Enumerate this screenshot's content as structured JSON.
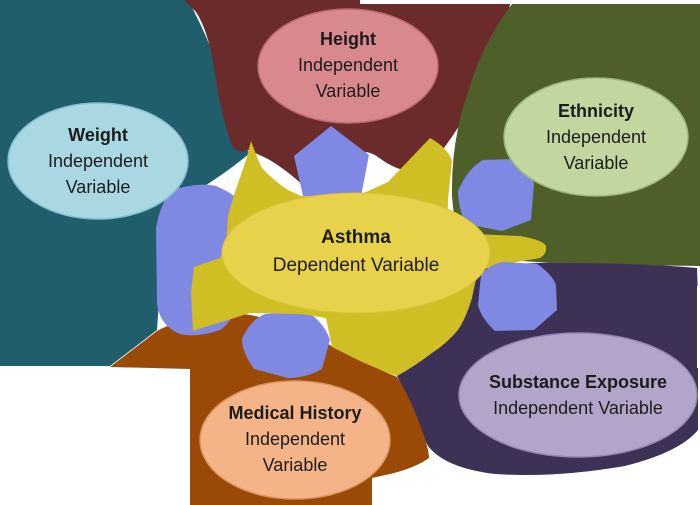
{
  "diagram": {
    "bubbles": {
      "center": {
        "title": "Asthma",
        "line1": "Dependent Variable"
      },
      "weight": {
        "title": "Weight",
        "line1": "Independent",
        "line2": "Variable"
      },
      "height": {
        "title": "Height",
        "line1": "Independent",
        "line2": "Variable"
      },
      "ethnicity": {
        "title": "Ethnicity",
        "line1": "Independent",
        "line2": "Variable"
      },
      "substance": {
        "title": "Substance Exposure",
        "line1": "Independent Variable"
      },
      "medical": {
        "title": "Medical History",
        "line1": "Independent",
        "line2": "Variable"
      }
    },
    "colors": {
      "background": "#ffffff",
      "text": "#1c1c1c",
      "weight_region": "#1f5e6a",
      "height_region": "#6a2b2a",
      "ethnicity_region": "#4e5f29",
      "substance_region": "#3e3156",
      "medical_region": "#9a4a07",
      "asthma_blob": "#cfbf25",
      "asthma_ellipse": "#e8d24b",
      "connector": "#7f88e2",
      "weight_ellipse": "#a9d7e2",
      "height_ellipse": "#d9898e",
      "ethnicity_ellipse": "#c2d6a0",
      "substance_ellipse": "#b3a5c9",
      "medical_ellipse": "#f5b488"
    }
  }
}
